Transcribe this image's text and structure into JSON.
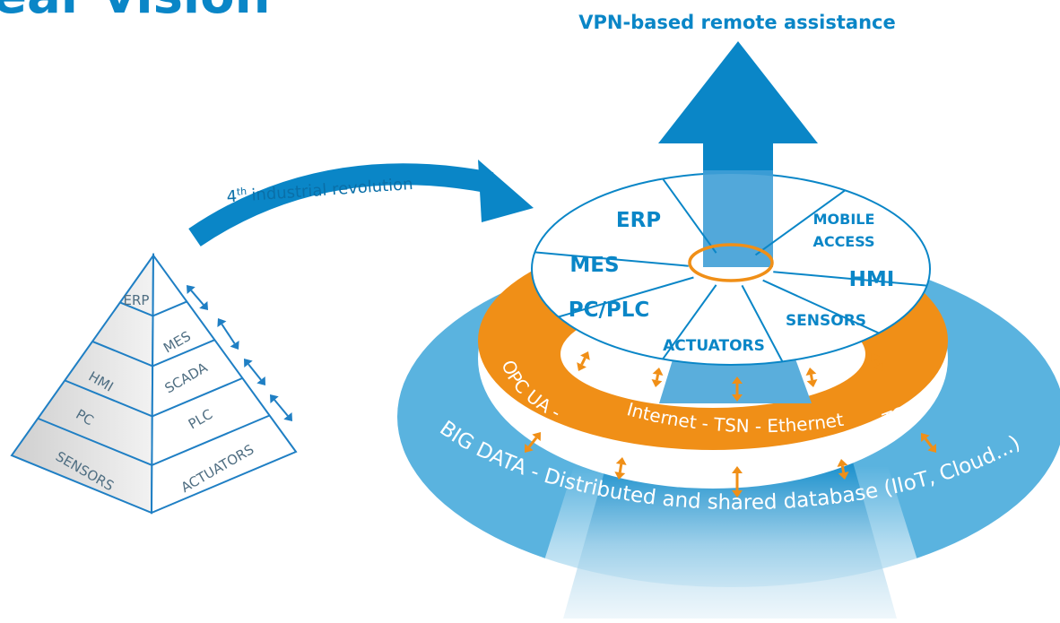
{
  "title_fragment": "ear vision",
  "heading": "VPN-based remote assistance",
  "revolution": {
    "prefix": "4",
    "sup": "th",
    "text": "industrial revolution"
  },
  "pyramid": {
    "left_levels": [
      "ERP",
      "HMI",
      "PC",
      "SENSORS"
    ],
    "right_levels": [
      "MES",
      "SCADA",
      "PLC",
      "ACTUATORS"
    ]
  },
  "disc_segments": [
    "ERP",
    "MOBILE",
    "ACCESS",
    "MES",
    "HMI",
    "PC/PLC",
    "SENSORS",
    "ACTUATORS"
  ],
  "ring_labels": {
    "left": "OPC UA -",
    "middle": "Internet - TSN - Ethernet",
    "right": "- TCP/IP"
  },
  "big_data_label": "BIG DATA - Distributed and shared database (IIoT, Cloud...)",
  "colors": {
    "blue": "#0a86c7",
    "light_blue": "#5ab3df",
    "orange": "#f08f17",
    "pyramid_line": "#1f7fc4",
    "pyramid_fill": "#e6e6e6"
  }
}
